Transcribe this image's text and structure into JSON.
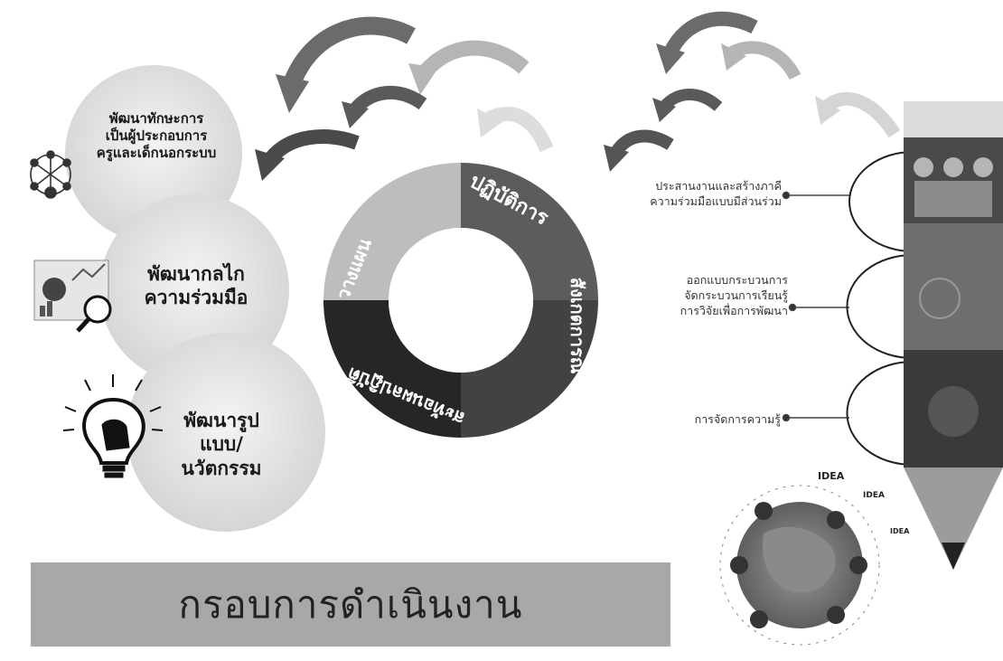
{
  "bubbles": [
    {
      "lines": [
        "พัฒนาทักษะการ",
        "เป็นผู้ประกอบการ",
        "ครูและเด็กนอกระบบ"
      ],
      "icon": "network-people-icon"
    },
    {
      "lines": [
        "พัฒนากลไก",
        "ความร่วมมือ"
      ],
      "icon": "magnifier-chart-icon"
    },
    {
      "lines": [
        "พัฒนารูปแบบ/",
        "นวัตกรรม"
      ],
      "icon": "lightbulb-hand-icon"
    }
  ],
  "cycle": {
    "segments": [
      "ปฏิบัติการ",
      "สังเกตการณ์",
      "สะท้อนผลปฏิบัติ",
      "วางแผน"
    ]
  },
  "activities": [
    {
      "lines": [
        "ประสานงานและสร้างภาคี",
        "ความร่วมมือแบบมีส่วนร่วม"
      ]
    },
    {
      "lines": [
        "ออกแบบกระบวนการ",
        "จัดกระบวนการเรียนรู้",
        "การวิจัยเพื่อการพัฒนา"
      ]
    },
    {
      "lines": [
        "การจัดการความรู้"
      ]
    }
  ],
  "banner": {
    "title": "กรอบการดำเนินงาน"
  },
  "decor": {
    "globe_words": [
      "IDEA",
      "IDEA",
      "IDEA"
    ],
    "icons": [
      "curved-arrow-icon",
      "pencil-icon",
      "globe-doodle-icon"
    ]
  }
}
